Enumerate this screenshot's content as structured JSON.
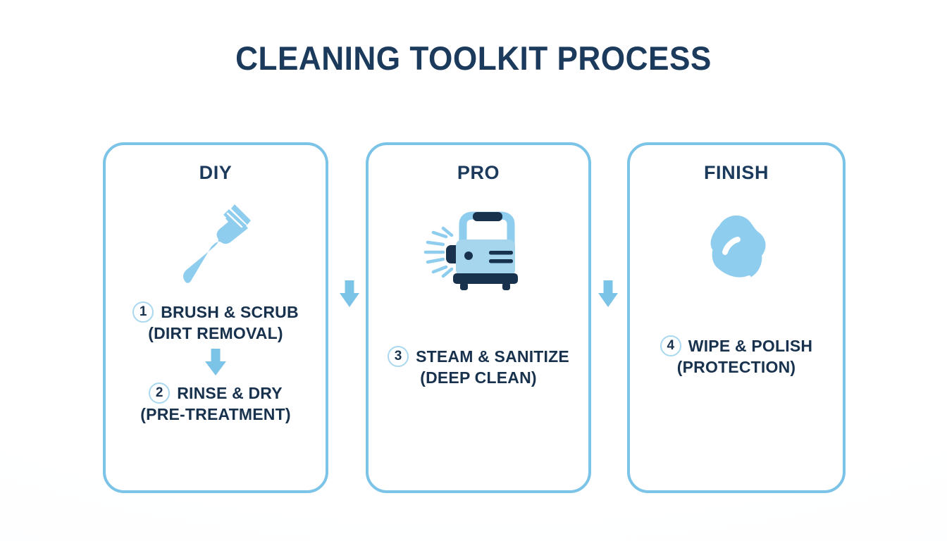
{
  "page": {
    "title": "CLEANING TOOLKIT PROCESS",
    "background_color": "#ffffff"
  },
  "theme": {
    "navy": "#18324e",
    "title_navy": "#1b3a5c",
    "light_blue": "#7cc3e8",
    "icon_blue": "#8ecdee",
    "circle_blue": "#a9d8ef",
    "card_border": "#7cc3e8"
  },
  "cards": [
    {
      "header": "DIY",
      "icon": "toothbrush-icon",
      "steps": [
        {
          "number": "1",
          "title": "BRUSH & SCRUB",
          "subtitle": "(DIRT REMOVAL)"
        },
        {
          "number": "2",
          "title": "RINSE & DRY",
          "subtitle": "(PRE-TREATMENT)"
        }
      ]
    },
    {
      "header": "PRO",
      "icon": "steam-cleaner-icon",
      "steps": [
        {
          "number": "3",
          "title": "STEAM & SANITIZE",
          "subtitle": "(DEEP CLEAN)"
        }
      ]
    },
    {
      "header": "FINISH",
      "icon": "sponge-icon",
      "steps": [
        {
          "number": "4",
          "title": "WIPE & POLISH",
          "subtitle": "(PROTECTION)"
        }
      ]
    }
  ],
  "connectors": [
    {
      "name": "connector-diy-to-pro",
      "direction": "down"
    },
    {
      "name": "connector-pro-to-finish",
      "direction": "down"
    }
  ]
}
